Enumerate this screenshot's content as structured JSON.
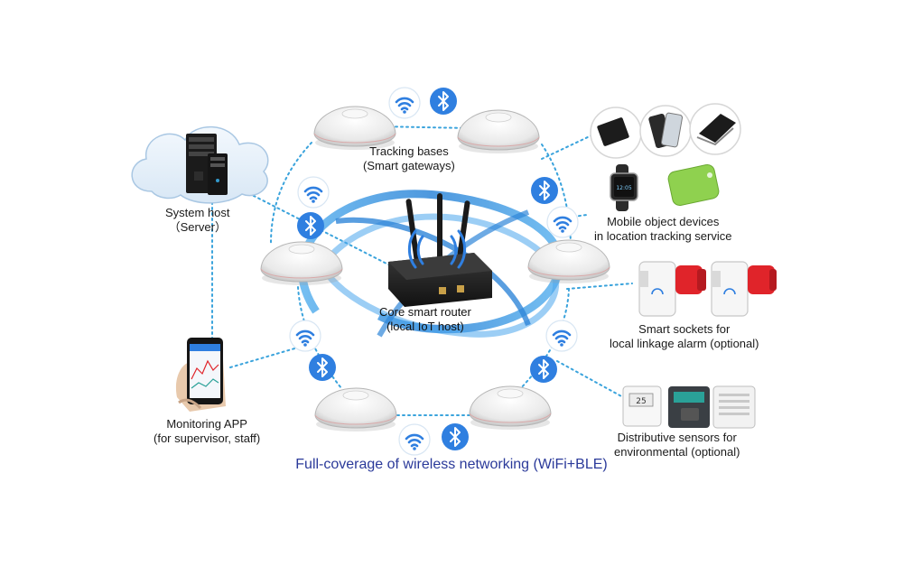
{
  "nodes": {
    "tracking_bases": {
      "line1": "Tracking bases",
      "line2": "(Smart gateways)"
    },
    "system_host": {
      "line1": "System host",
      "line2": "（Server）"
    },
    "mobile_devices": {
      "line1": "Mobile object devices",
      "line2": "in location tracking service"
    },
    "core_router": {
      "line1": "Core smart router",
      "line2": "(local IoT host)"
    },
    "smart_sockets": {
      "line1": "Smart sockets for",
      "line2": "local linkage alarm (optional)"
    },
    "monitoring_app": {
      "line1": "Monitoring APP",
      "line2": "(for supervisor, staff)"
    },
    "sensors": {
      "line1": "Distributive sensors for",
      "line2": "environmental  (optional)"
    }
  },
  "caption": "Full-coverage of wireless networking (WiFi+BLE)",
  "colors": {
    "wireless_blue": "#2f7fe0",
    "ring_blue": "#3d9bea",
    "dotted_link": "#3aa3dc",
    "caption": "#2b3a9a",
    "alarm_red": "#e0242a",
    "sensor_green": "#2aa198"
  },
  "icons": [
    "wifi-icon",
    "bluetooth-icon",
    "server-icon",
    "cloud-icon",
    "router-icon",
    "phone-icon",
    "socket-icon",
    "sensor-icon",
    "gateway-icon"
  ]
}
